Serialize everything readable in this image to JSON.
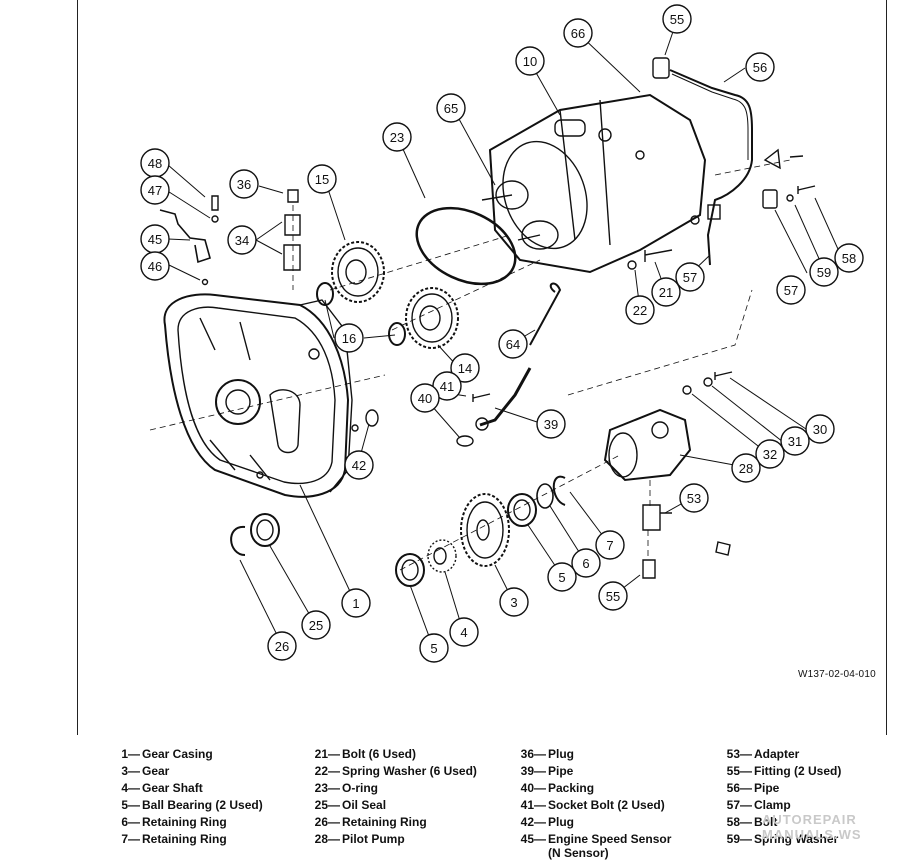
{
  "figure": {
    "code": "W137-02-04-010",
    "callouts": [
      {
        "id": "c48",
        "label": "48"
      },
      {
        "id": "c47",
        "label": "47"
      },
      {
        "id": "c45",
        "label": "45"
      },
      {
        "id": "c46",
        "label": "46"
      },
      {
        "id": "c36",
        "label": "36"
      },
      {
        "id": "c34",
        "label": "34"
      },
      {
        "id": "c15",
        "label": "15"
      },
      {
        "id": "c23",
        "label": "23"
      },
      {
        "id": "c65",
        "label": "65"
      },
      {
        "id": "c10",
        "label": "10"
      },
      {
        "id": "c66",
        "label": "66"
      },
      {
        "id": "c55a",
        "label": "55"
      },
      {
        "id": "c56",
        "label": "56"
      },
      {
        "id": "c16",
        "label": "16"
      },
      {
        "id": "c14",
        "label": "14"
      },
      {
        "id": "c64",
        "label": "64"
      },
      {
        "id": "c22",
        "label": "22"
      },
      {
        "id": "c21",
        "label": "21"
      },
      {
        "id": "c57",
        "label": "57"
      },
      {
        "id": "c59",
        "label": "59"
      },
      {
        "id": "c58",
        "label": "58"
      },
      {
        "id": "c41",
        "label": "41"
      },
      {
        "id": "c40",
        "label": "40"
      },
      {
        "id": "c39",
        "label": "39"
      },
      {
        "id": "c42",
        "label": "42"
      },
      {
        "id": "c30",
        "label": "30"
      },
      {
        "id": "c31",
        "label": "31"
      },
      {
        "id": "c32",
        "label": "32"
      },
      {
        "id": "c28",
        "label": "28"
      },
      {
        "id": "c53",
        "label": "53"
      },
      {
        "id": "c7",
        "label": "7"
      },
      {
        "id": "c6",
        "label": "6"
      },
      {
        "id": "c5b",
        "label": "5"
      },
      {
        "id": "c3",
        "label": "3"
      },
      {
        "id": "c55b",
        "label": "55"
      },
      {
        "id": "c1",
        "label": "1"
      },
      {
        "id": "c25",
        "label": "25"
      },
      {
        "id": "c26",
        "label": "26"
      },
      {
        "id": "c5a",
        "label": "5"
      },
      {
        "id": "c4",
        "label": "4"
      }
    ]
  },
  "legend": {
    "columns": [
      [
        {
          "num": "1",
          "text": "Gear Casing"
        },
        {
          "num": "3",
          "text": "Gear"
        },
        {
          "num": "4",
          "text": "Gear Shaft"
        },
        {
          "num": "5",
          "text": "Ball Bearing (2 Used)"
        },
        {
          "num": "6",
          "text": "Retaining Ring"
        },
        {
          "num": "7",
          "text": "Retaining Ring"
        }
      ],
      [
        {
          "num": "21",
          "text": "Bolt (6 Used)"
        },
        {
          "num": "22",
          "text": "Spring Washer (6 Used)"
        },
        {
          "num": "23",
          "text": "O-ring"
        },
        {
          "num": "25",
          "text": "Oil Seal"
        },
        {
          "num": "26",
          "text": "Retaining Ring"
        },
        {
          "num": "28",
          "text": "Pilot Pump"
        }
      ],
      [
        {
          "num": "36",
          "text": "Plug"
        },
        {
          "num": "39",
          "text": "Pipe"
        },
        {
          "num": "40",
          "text": "Packing"
        },
        {
          "num": "41",
          "text": "Socket Bolt (2 Used)"
        },
        {
          "num": "42",
          "text": "Plug"
        },
        {
          "num": "45",
          "text": "Engine Speed Sensor"
        },
        {
          "num": "",
          "text": "(N Sensor)"
        }
      ],
      [
        {
          "num": "53",
          "text": "Adapter"
        },
        {
          "num": "55",
          "text": "Fitting (2 Used)"
        },
        {
          "num": "56",
          "text": "Pipe"
        },
        {
          "num": "57",
          "text": "Clamp"
        },
        {
          "num": "58",
          "text": "Bolt"
        },
        {
          "num": "59",
          "text": "Spring Washer"
        }
      ]
    ]
  },
  "watermark": "AUTOREPAIR MANUALS.WS"
}
